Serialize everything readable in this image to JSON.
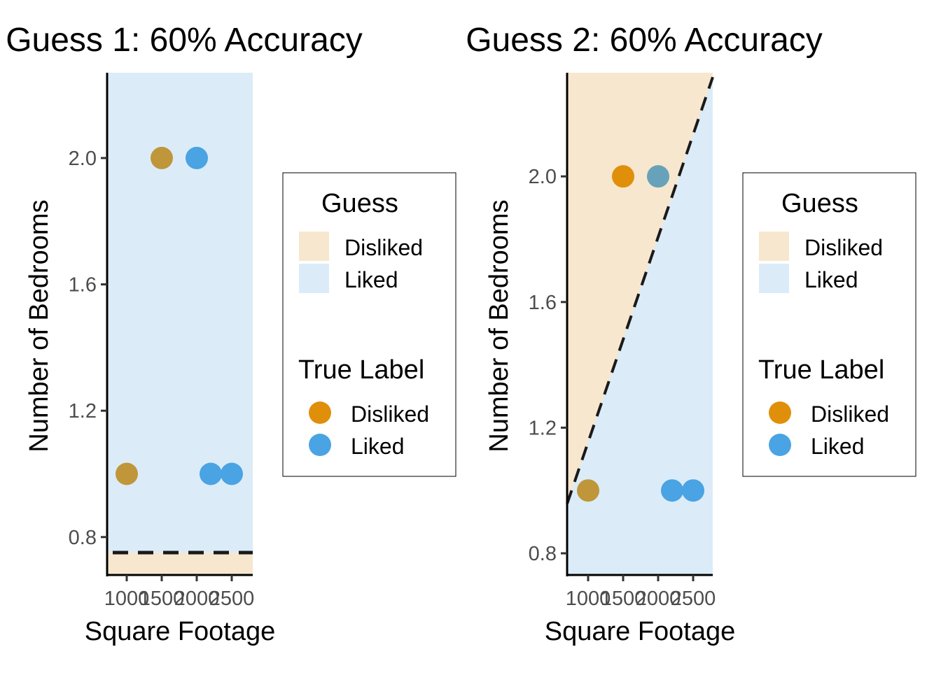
{
  "chart_data": [
    {
      "type": "scatter",
      "title": "Guess 1: 60% Accuracy",
      "xlabel": "Square Footage",
      "ylabel": "Number of Bedrooms",
      "xlim": [
        720,
        2800
      ],
      "ylim": [
        0.68,
        2.27
      ],
      "xticks": [
        "1000",
        "1500",
        "2000",
        "2500"
      ],
      "xtick_values": [
        1000,
        1500,
        2000,
        2500
      ],
      "yticks": [
        "0.8",
        "1.2",
        "1.6",
        "2.0"
      ],
      "ytick_values": [
        0.8,
        1.2,
        1.6,
        2.0
      ],
      "boundary": {
        "type": "horizontal",
        "y": 0.751,
        "below": "Disliked",
        "above": "Liked"
      },
      "points": [
        {
          "x": 1000,
          "y": 1,
          "label": "Disliked",
          "color": "#C0963A"
        },
        {
          "x": 1500,
          "y": 2,
          "label": "Disliked",
          "color": "#C0963A"
        },
        {
          "x": 2000,
          "y": 2,
          "label": "Liked",
          "color": "#4AA3E3"
        },
        {
          "x": 2200,
          "y": 1,
          "label": "Liked",
          "color": "#4AA3E3"
        },
        {
          "x": 2500,
          "y": 1,
          "label": "Liked",
          "color": "#4AA3E3"
        }
      ]
    },
    {
      "type": "scatter",
      "title": "Guess 2: 60% Accuracy",
      "xlabel": "Square Footage",
      "ylabel": "Number of Bedrooms",
      "xlim": [
        700,
        2780
      ],
      "ylim": [
        0.731,
        2.33
      ],
      "xticks": [
        "1000",
        "1500",
        "2000",
        "2500"
      ],
      "xtick_values": [
        1000,
        1500,
        2000,
        2500
      ],
      "yticks": [
        "0.8",
        "1.2",
        "1.6",
        "2.0"
      ],
      "ytick_values": [
        0.8,
        1.2,
        1.6,
        2.0
      ],
      "boundary": {
        "type": "line",
        "x0": 700,
        "y0": 0.958,
        "x1": 2780,
        "y1": 2.316,
        "above": "Disliked",
        "below": "Liked"
      },
      "points": [
        {
          "x": 1000,
          "y": 1,
          "label": "Disliked",
          "color": "#C0963A"
        },
        {
          "x": 1500,
          "y": 2,
          "label": "Disliked",
          "color": "#E08F0B"
        },
        {
          "x": 2000,
          "y": 2,
          "label": "Liked",
          "color": "#67A2BA"
        },
        {
          "x": 2200,
          "y": 1,
          "label": "Liked",
          "color": "#4AA3E3"
        },
        {
          "x": 2500,
          "y": 1,
          "label": "Liked",
          "color": "#4AA3E3"
        }
      ]
    }
  ],
  "legend": {
    "guess_title": "Guess",
    "guess_items": [
      {
        "label": "Disliked",
        "color": "#F7E7CE"
      },
      {
        "label": "Liked",
        "color": "#DBECF8"
      }
    ],
    "true_title": "True Label",
    "true_items": [
      {
        "label": "Disliked",
        "color": "#E08F0B"
      },
      {
        "label": "Liked",
        "color": "#4AA3E3"
      }
    ]
  }
}
